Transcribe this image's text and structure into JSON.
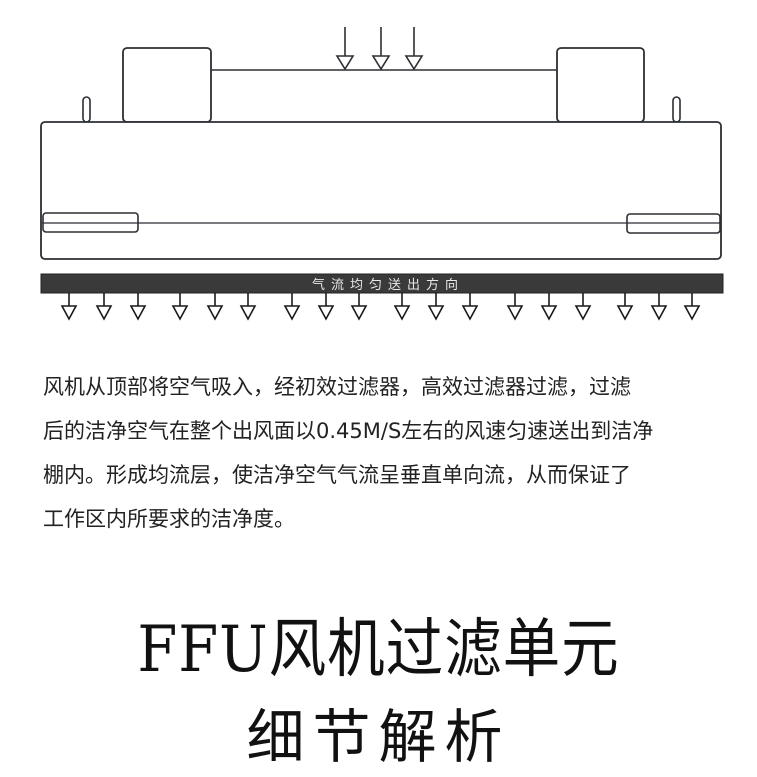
{
  "diagram": {
    "bar_label": "气流均匀送出方向",
    "colors": {
      "stroke": "#2b2e33",
      "bar": "#3a3a3a",
      "bar_text": "#e8e8e8"
    },
    "inlet_arrows_x": [
      345,
      381,
      414
    ],
    "outlet_arrows_x": [
      69,
      104,
      138,
      180,
      215,
      248,
      292,
      326,
      359,
      402,
      436,
      470,
      515,
      549,
      583,
      625,
      659,
      692
    ]
  },
  "description": {
    "lines": [
      "风机从顶部将空气吸入，经初效过滤器，高效过滤器过滤，过滤",
      "后的洁净空气在整个出风面以0.45M/S左右的风速匀速送出到洁净",
      "棚内。形成均流层，使洁净空气气流呈垂直单向流，从而保证了",
      "工作区内所要求的洁净度。"
    ]
  },
  "title": {
    "main": "FFU风机过滤单元",
    "sub": "细节解析"
  }
}
